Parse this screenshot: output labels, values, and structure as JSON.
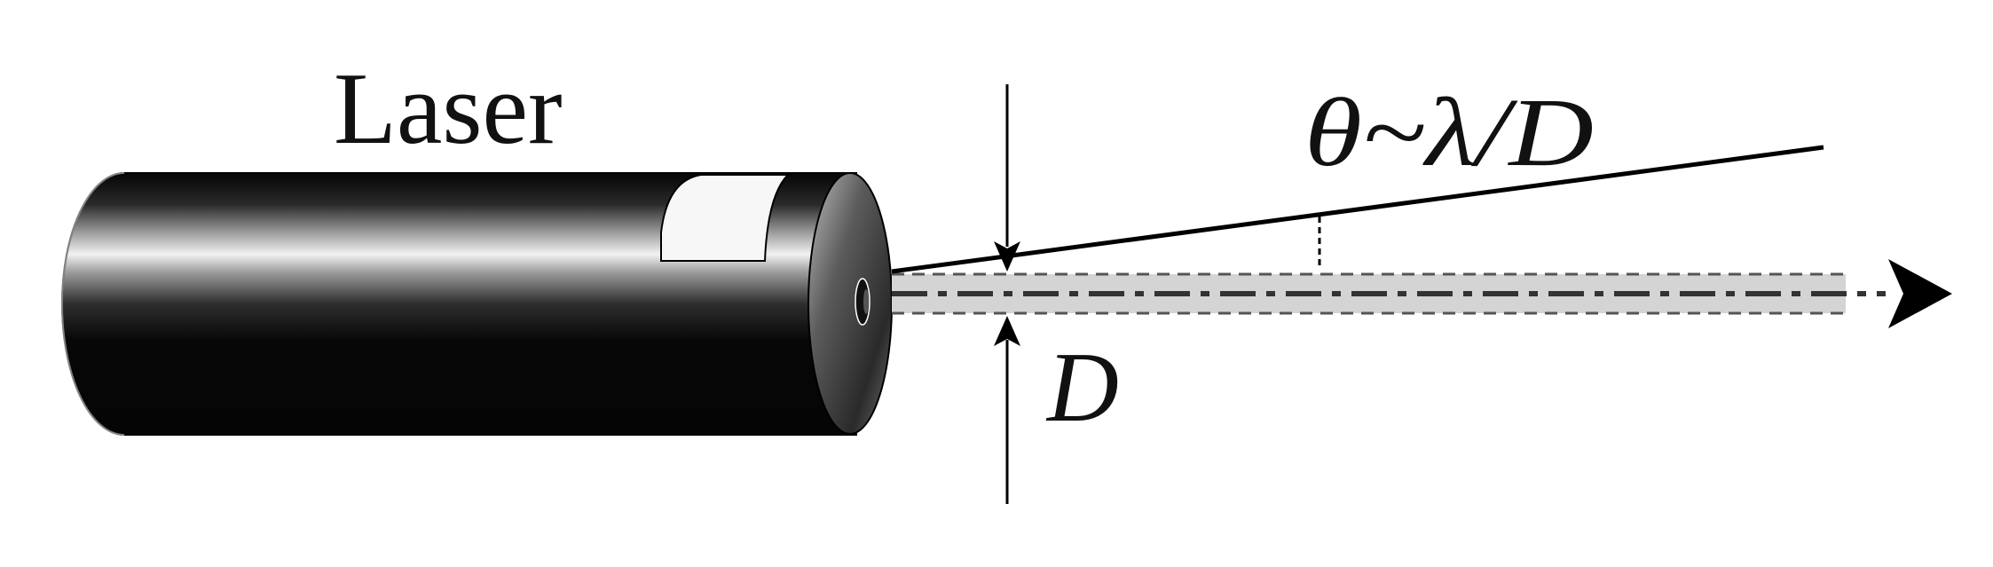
{
  "diagram": {
    "laser_label": "Laser",
    "aperture_label": "D",
    "divergence_label": "θ~λ/D"
  },
  "colors": {
    "laser_body_dark": "#050505",
    "laser_body_highlight": "#f2f2f2",
    "beam_fill": "#d4d4d4",
    "beam_dash": "#333333",
    "line": "#000000"
  }
}
